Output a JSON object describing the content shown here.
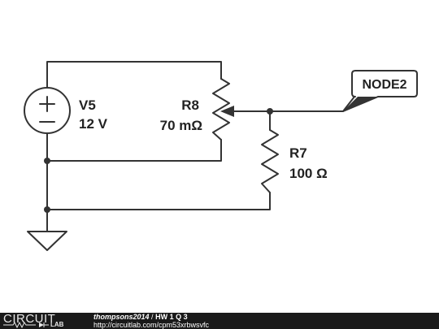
{
  "components": {
    "source": {
      "name": "V5",
      "value": "12 V"
    },
    "potentiometer": {
      "name": "R8",
      "value": "70 mΩ"
    },
    "resistor": {
      "name": "R7",
      "value": "100 Ω"
    },
    "node_flag": {
      "label": "NODE2"
    }
  },
  "footer": {
    "logo_top": "CIRCUIT",
    "logo_bottom": "LAB",
    "author": "thompsons2014",
    "separator": "/",
    "title": "HW 1 Q 3",
    "url": "http://circuitlab.com/cpm53xrbwsvfc"
  }
}
